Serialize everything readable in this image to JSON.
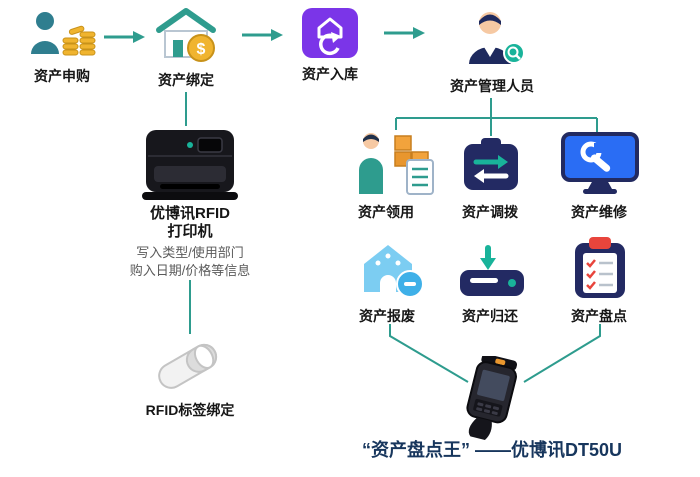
{
  "flow": {
    "steps": [
      {
        "label": "资产申购"
      },
      {
        "label": "资产绑定"
      },
      {
        "label": "资产入库"
      },
      {
        "label": "资产管理人员"
      }
    ]
  },
  "printer_branch": {
    "printer_name_line1": "优博讯RFID",
    "printer_name_line2": "打印机",
    "desc_line1": "写入类型/使用部门",
    "desc_line2": "购入日期/价格等信息",
    "rfid_label": "RFID标签绑定"
  },
  "functions": {
    "items": [
      {
        "label": "资产领用"
      },
      {
        "label": "资产调拨"
      },
      {
        "label": "资产维修"
      },
      {
        "label": "资产报废"
      },
      {
        "label": "资产归还"
      },
      {
        "label": "资产盘点"
      }
    ]
  },
  "footer": {
    "title": "“资产盘点王” ——优博讯DT50U"
  },
  "icons": {
    "step1": "person-coins-icon",
    "step2": "house-coin-icon",
    "step3": "inbound-sync-icon",
    "step4": "manager-person-icon",
    "requisition": "person-boxes-icon",
    "transfer": "swap-arrows-icon",
    "repair": "monitor-wrench-icon",
    "scrap": "house-recycle-icon",
    "return": "return-drive-icon",
    "inventory": "checklist-clipboard-icon",
    "printer": "rfid-printer-image",
    "rfid": "rfid-label-image",
    "pda": "handheld-terminal-image"
  },
  "colors": {
    "connector": "#2e9c8e",
    "label_text": "#161616",
    "desc_text": "#5a5a5a",
    "footer_text": "#17365d",
    "purple": "#7b35e8",
    "navy": "#232a63",
    "teal": "#19b39a",
    "gold": "#f0b42f",
    "blue": "#2a6df4",
    "light_blue": "#7ccdf2",
    "red": "#e8453c"
  }
}
